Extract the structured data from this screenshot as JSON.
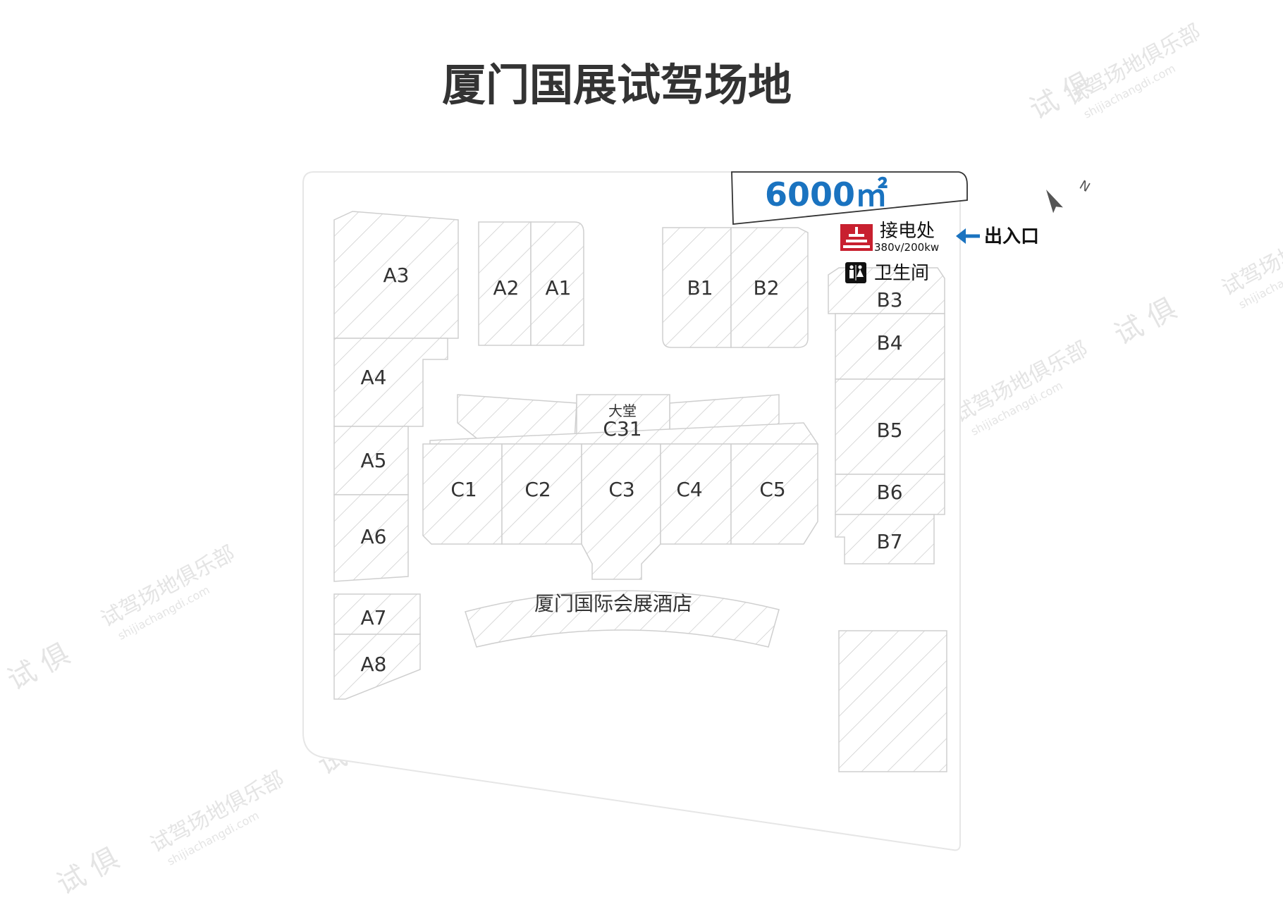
{
  "title": "厦门国展试驾场地",
  "area": "6000㎡",
  "accent_color": "#1a73c0",
  "power_color": "#c8202f",
  "legend": {
    "power_label": "接电处",
    "power_spec": "380v/200kw",
    "restroom_label": "卫生间",
    "entrance_label": "出入口",
    "power_icon": "power-outlet-icon",
    "restroom_icon": "restroom-icon",
    "entrance_icon": "arrow-left-icon"
  },
  "compass": {
    "label": "N",
    "icon": "north-arrow-icon"
  },
  "halls": {
    "a3": "A3",
    "a2": "A2",
    "a1": "A1",
    "a4": "A4",
    "a5": "A5",
    "a6": "A6",
    "a7": "A7",
    "a8": "A8",
    "b1": "B1",
    "b2": "B2",
    "b3": "B3",
    "b4": "B4",
    "b5": "B5",
    "b6": "B6",
    "b7": "B7",
    "c1": "C1",
    "c2": "C2",
    "c3": "C3",
    "c4": "C4",
    "c5": "C5",
    "c31": "C31",
    "lobby": "大堂"
  },
  "hotel": "厦门国际会展酒店",
  "watermark": {
    "brand": "试驾场地俱乐部",
    "url": "shijiachangdi.com",
    "logo_chars": "试 俱"
  }
}
